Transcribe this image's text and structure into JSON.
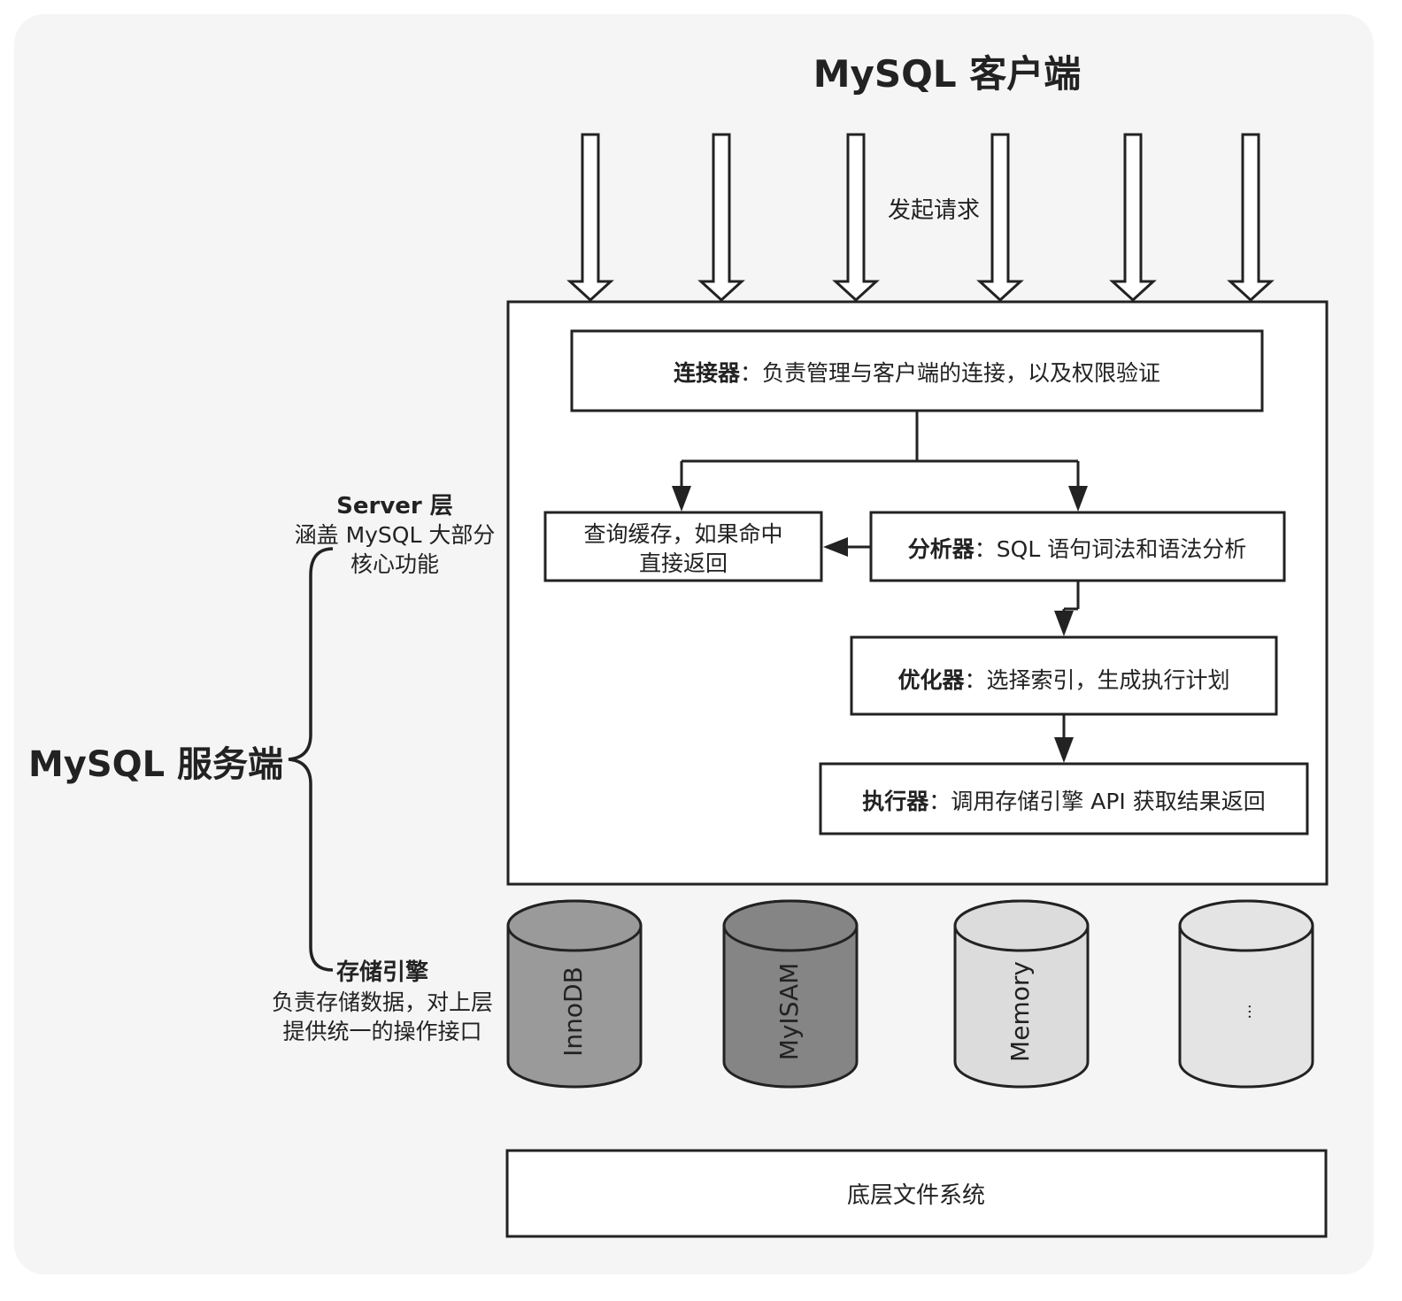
{
  "client": {
    "title": "MySQL 客户端",
    "request_label": "发起请求"
  },
  "server_side": {
    "title": "MySQL 服务端",
    "server_layer": {
      "name": "Server 层",
      "desc_line1": "涵盖 MySQL 大部分",
      "desc_line2": "核心功能"
    },
    "storage_layer": {
      "name": "存储引擎",
      "desc_line1": "负责存储数据，对上层",
      "desc_line2": "提供统一的操作接口"
    }
  },
  "components": {
    "connector": {
      "name": "连接器",
      "desc": "：负责管理与客户端的连接，以及权限验证"
    },
    "cache": {
      "line1": "查询缓存，如果命中",
      "line2": "直接返回"
    },
    "analyzer": {
      "name": "分析器",
      "desc": "：SQL 语句词法和语法分析"
    },
    "optimizer": {
      "name": "优化器",
      "desc": "：选择索引，生成执行计划"
    },
    "executor": {
      "name": "执行器",
      "desc": "：调用存储引擎 API 获取结果返回"
    }
  },
  "engines": [
    {
      "label": "InnoDB",
      "color": "#9a9a9a"
    },
    {
      "label": "MyISAM",
      "color": "#858585"
    },
    {
      "label": "Memory",
      "color": "#dcdcdc"
    },
    {
      "label": "...",
      "color": "#e4e4e4"
    }
  ],
  "filesystem": {
    "label": "底层文件系统"
  }
}
